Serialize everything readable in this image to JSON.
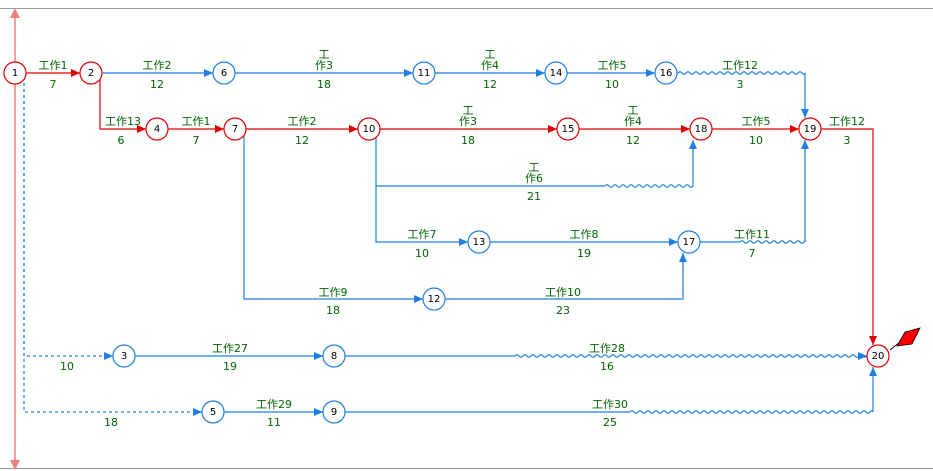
{
  "colors": {
    "critical": "#e00000",
    "normal": "#1f7fe0",
    "label": "#006400",
    "frame": "#9a9a9a",
    "timeline": "#e88080",
    "flag": "#ff0000"
  },
  "nodes": [
    {
      "id": "1",
      "critical": true
    },
    {
      "id": "2",
      "critical": true
    },
    {
      "id": "3",
      "critical": false
    },
    {
      "id": "4",
      "critical": true
    },
    {
      "id": "5",
      "critical": false
    },
    {
      "id": "6",
      "critical": false
    },
    {
      "id": "7",
      "critical": true
    },
    {
      "id": "8",
      "critical": false
    },
    {
      "id": "9",
      "critical": false
    },
    {
      "id": "10",
      "critical": true
    },
    {
      "id": "11",
      "critical": false
    },
    {
      "id": "12",
      "critical": false
    },
    {
      "id": "13",
      "critical": false
    },
    {
      "id": "14",
      "critical": false
    },
    {
      "id": "15",
      "critical": true
    },
    {
      "id": "16",
      "critical": false
    },
    {
      "id": "17",
      "critical": false
    },
    {
      "id": "18",
      "critical": true
    },
    {
      "id": "19",
      "critical": true
    },
    {
      "id": "20",
      "critical": true
    }
  ],
  "edges": [
    {
      "from": "1",
      "to": "2",
      "name": "工作1",
      "duration": "7",
      "critical": true
    },
    {
      "from": "2",
      "to": "6",
      "name": "工作2",
      "duration": "12",
      "critical": false
    },
    {
      "from": "6",
      "to": "11",
      "name": "工作3",
      "duration": "18",
      "critical": false
    },
    {
      "from": "11",
      "to": "14",
      "name": "工作4",
      "duration": "12",
      "critical": false
    },
    {
      "from": "14",
      "to": "16",
      "name": "工作5",
      "duration": "10",
      "critical": false
    },
    {
      "from": "16",
      "to": "19",
      "name": "工作12",
      "duration": "3",
      "critical": false
    },
    {
      "from": "2",
      "to": "4",
      "name": "工作13",
      "duration": "6",
      "critical": true
    },
    {
      "from": "4",
      "to": "7",
      "name": "工作1",
      "duration": "7",
      "critical": true
    },
    {
      "from": "7",
      "to": "10",
      "name": "工作2",
      "duration": "12",
      "critical": true
    },
    {
      "from": "10",
      "to": "15",
      "name": "工作3",
      "duration": "18",
      "critical": true
    },
    {
      "from": "15",
      "to": "18",
      "name": "工作4",
      "duration": "12",
      "critical": true
    },
    {
      "from": "18",
      "to": "19",
      "name": "工作5",
      "duration": "10",
      "critical": true
    },
    {
      "from": "19",
      "to": "20",
      "name": "工作12",
      "duration": "3",
      "critical": true
    },
    {
      "from": "10",
      "to": "18",
      "name": "工作6",
      "duration": "21",
      "critical": false
    },
    {
      "from": "10",
      "to": "13",
      "name": "工作7",
      "duration": "10",
      "critical": false
    },
    {
      "from": "13",
      "to": "17",
      "name": "工作8",
      "duration": "19",
      "critical": false
    },
    {
      "from": "17",
      "to": "19",
      "name": "工作11",
      "duration": "7",
      "critical": false
    },
    {
      "from": "7",
      "to": "12",
      "name": "工作9",
      "duration": "18",
      "critical": false
    },
    {
      "from": "12",
      "to": "17",
      "name": "工作10",
      "duration": "23",
      "critical": false
    },
    {
      "from": "1",
      "to": "3",
      "name": "",
      "duration": "10",
      "critical": false
    },
    {
      "from": "3",
      "to": "8",
      "name": "工作27",
      "duration": "19",
      "critical": false
    },
    {
      "from": "8",
      "to": "20",
      "name": "工作28",
      "duration": "16",
      "critical": false
    },
    {
      "from": "1",
      "to": "5",
      "name": "",
      "duration": "18",
      "critical": false
    },
    {
      "from": "5",
      "to": "9",
      "name": "工作29",
      "duration": "11",
      "critical": false
    },
    {
      "from": "9",
      "to": "20",
      "name": "工作30",
      "duration": "25",
      "critical": false
    }
  ]
}
